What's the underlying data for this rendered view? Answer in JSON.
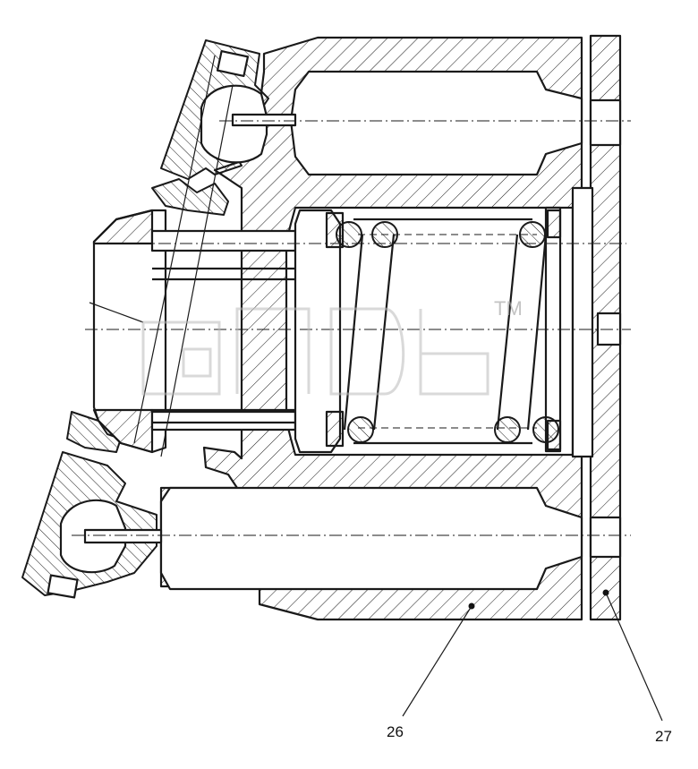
{
  "callouts": [
    {
      "id": "26",
      "label": "26"
    },
    {
      "id": "27",
      "label": "27"
    }
  ],
  "watermark": {
    "tm": "TM"
  },
  "colors": {
    "line": "#1a1a1a",
    "background": "#ffffff",
    "watermark": "#b9b9b9"
  }
}
